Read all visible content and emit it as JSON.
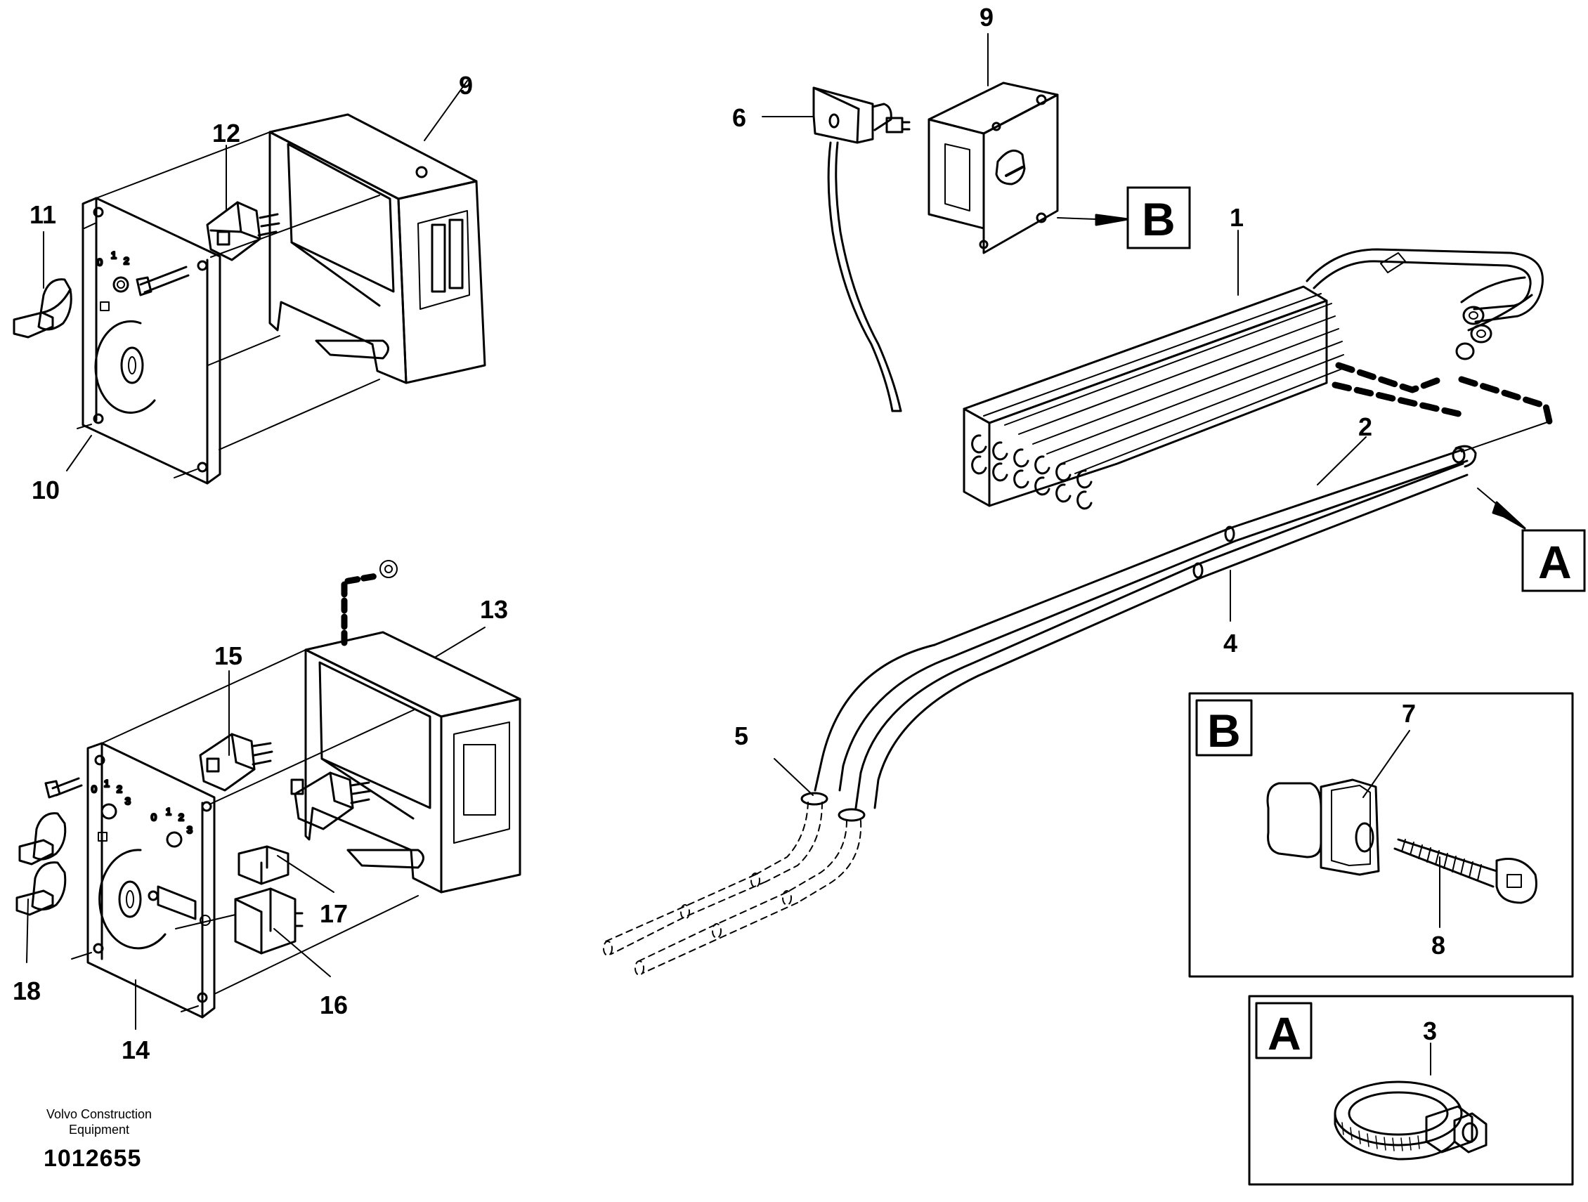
{
  "footer": {
    "company_line1": "Volvo Construction",
    "company_line2": "Equipment",
    "document_number": "1012655"
  },
  "callouts": {
    "c1": "1",
    "c2": "2",
    "c3": "3",
    "c4": "4",
    "c5": "5",
    "c6": "6",
    "c7": "7",
    "c8": "8",
    "c9a": "9",
    "c9b": "9",
    "c10": "10",
    "c11": "11",
    "c12": "12",
    "c13": "13",
    "c14": "14",
    "c15": "15",
    "c16": "16",
    "c17": "17",
    "c18": "18"
  },
  "detail_refs": {
    "a": "A",
    "b": "B"
  },
  "dial_marks": {
    "switch1": [
      "0",
      "1",
      "2"
    ],
    "switch2": [
      "0",
      "1",
      "2",
      "3"
    ],
    "switch3": [
      "0",
      "1",
      "2",
      "3"
    ]
  }
}
